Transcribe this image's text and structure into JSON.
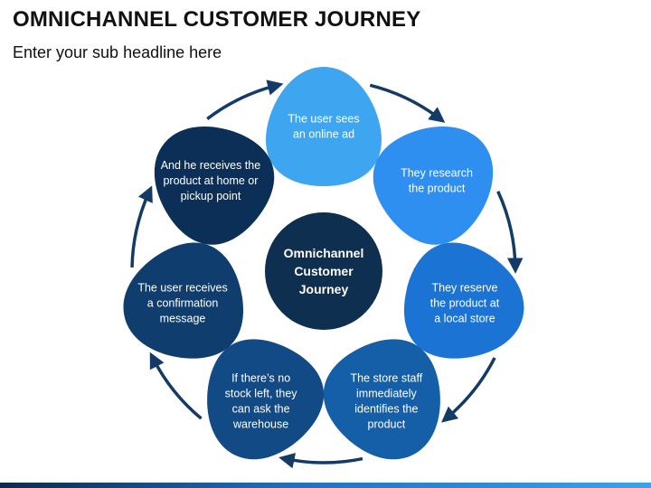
{
  "title": "OMNICHANNEL CUSTOMER JOURNEY",
  "subtitle": "Enter your sub headline here",
  "center": {
    "lines": [
      "Omnichannel",
      "Customer",
      "Journey"
    ],
    "color": "#0e2f4f",
    "ring": "#ffffff"
  },
  "steps": [
    {
      "lines": [
        "The user sees",
        "an online ad"
      ],
      "color": "#3ea6f0"
    },
    {
      "lines": [
        "They research",
        "the product"
      ],
      "color": "#2e8ff0"
    },
    {
      "lines": [
        "They reserve",
        "the product at",
        "a local store"
      ],
      "color": "#1b74d4"
    },
    {
      "lines": [
        "The store staff",
        "immediately",
        "identifies the",
        "product"
      ],
      "color": "#145fa8"
    },
    {
      "lines": [
        "If there’s no",
        "stock left, they",
        "can ask the",
        "warehouse"
      ],
      "color": "#124a86"
    },
    {
      "lines": [
        "The user receives",
        "a confirmation",
        "message"
      ],
      "color": "#0f3d6e"
    },
    {
      "lines": [
        "And he receives the",
        "product at home or",
        "pickup point"
      ],
      "color": "#0c2f57"
    }
  ],
  "arrow_color": "#133b66"
}
